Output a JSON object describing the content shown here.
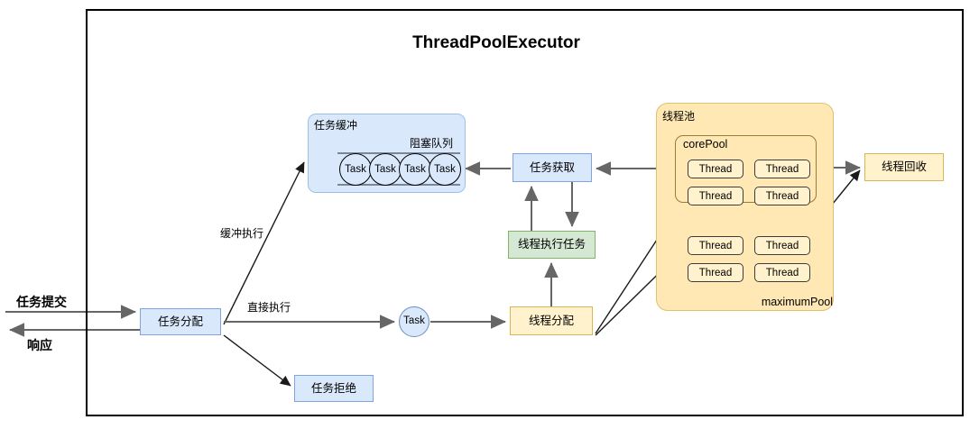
{
  "diagram": {
    "title": "ThreadPoolExecutor",
    "colors": {
      "blue_fill": "#dae8fc",
      "blue_stroke": "#7ea6dc",
      "green_fill": "#d5e8d4",
      "green_stroke": "#82b366",
      "yellow_fill": "#fff2cc",
      "yellow_stroke": "#d6b656",
      "pool_fill": "#ffe8b3",
      "pool_stroke": "#e0c26a",
      "line": "#666666",
      "frame": "#000000"
    }
  },
  "external": {
    "submit_label": "任务提交",
    "response_label": "响应"
  },
  "nodes": {
    "dispatch": "任务分配",
    "reject": "任务拒绝",
    "task_circle": "Task",
    "fetch": "任务获取",
    "execute": "线程执行任务",
    "allocate": "线程分配",
    "recycle": "线程回收"
  },
  "buffer": {
    "title": "任务缓冲",
    "queue_title": "阻塞队列",
    "tasks": [
      "Task",
      "Task",
      "Task",
      "Task"
    ]
  },
  "pool": {
    "title": "线程池",
    "core_title": "corePool",
    "max_title": "maximumPool",
    "core_threads": [
      "Thread",
      "Thread",
      "Thread",
      "Thread"
    ],
    "max_threads": [
      "Thread",
      "Thread",
      "Thread",
      "Thread"
    ]
  },
  "edges": {
    "buffer_exec": "缓冲执行",
    "direct_exec": "直接执行"
  }
}
